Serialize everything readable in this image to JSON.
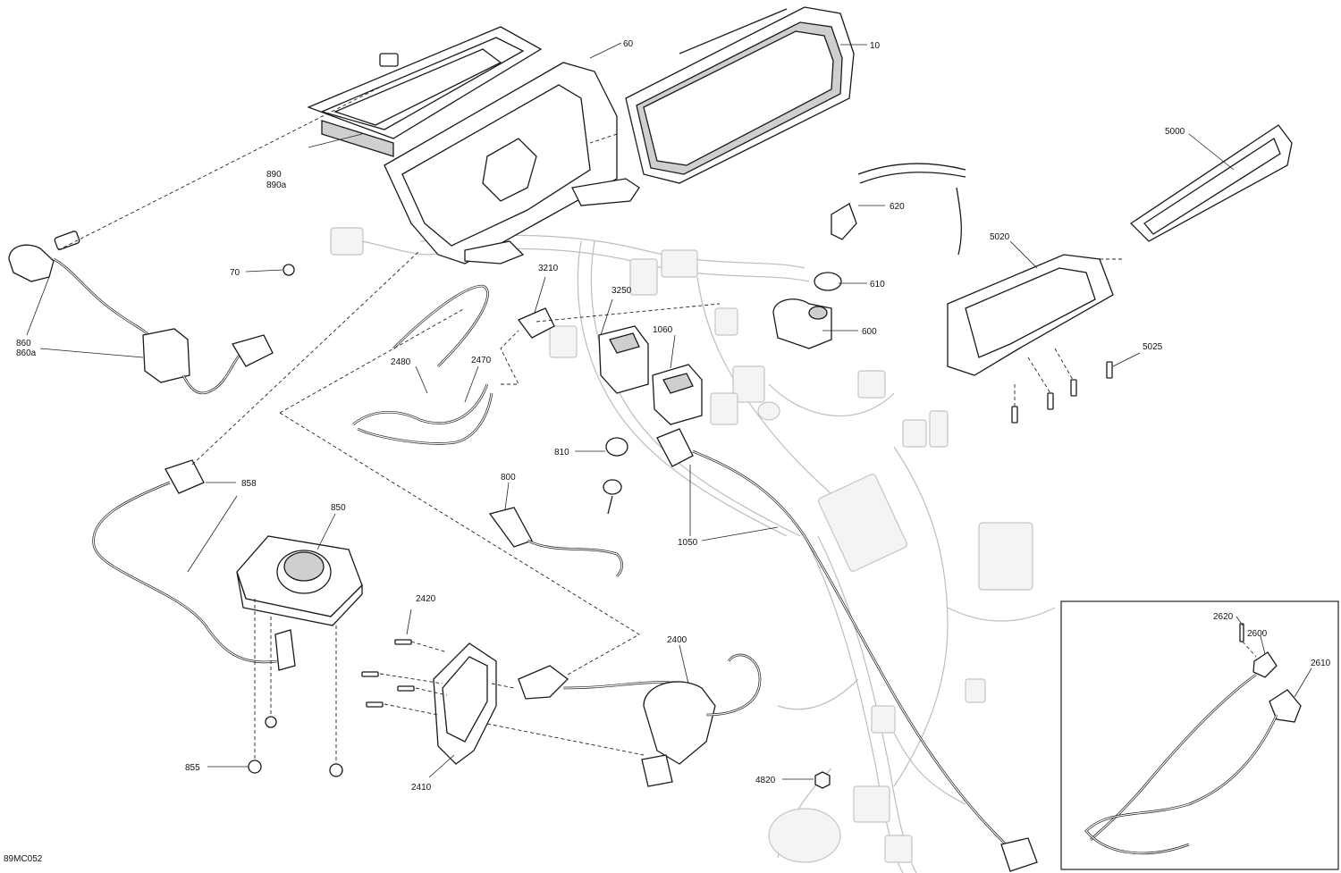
{
  "figure_code": "89MC052",
  "callouts": {
    "c10": "10",
    "c60": "60",
    "c70": "70",
    "c610": "610",
    "c600": "600",
    "c620": "620",
    "c800": "800",
    "c810": "810",
    "c850": "850",
    "c855": "855",
    "c858": "858",
    "c860": "860",
    "c860a": "860a",
    "c890": "890",
    "c890a": "890a",
    "c1050": "1050",
    "c1060": "1060",
    "c2400": "2400",
    "c2410": "2410",
    "c2420": "2420",
    "c2470": "2470",
    "c2480": "2480",
    "c2600": "2600",
    "c2610": "2610",
    "c2620": "2620",
    "c3210": "3210",
    "c3250": "3250",
    "c4820": "4820",
    "c5000": "5000",
    "c5020": "5020",
    "c5025": "5025"
  }
}
